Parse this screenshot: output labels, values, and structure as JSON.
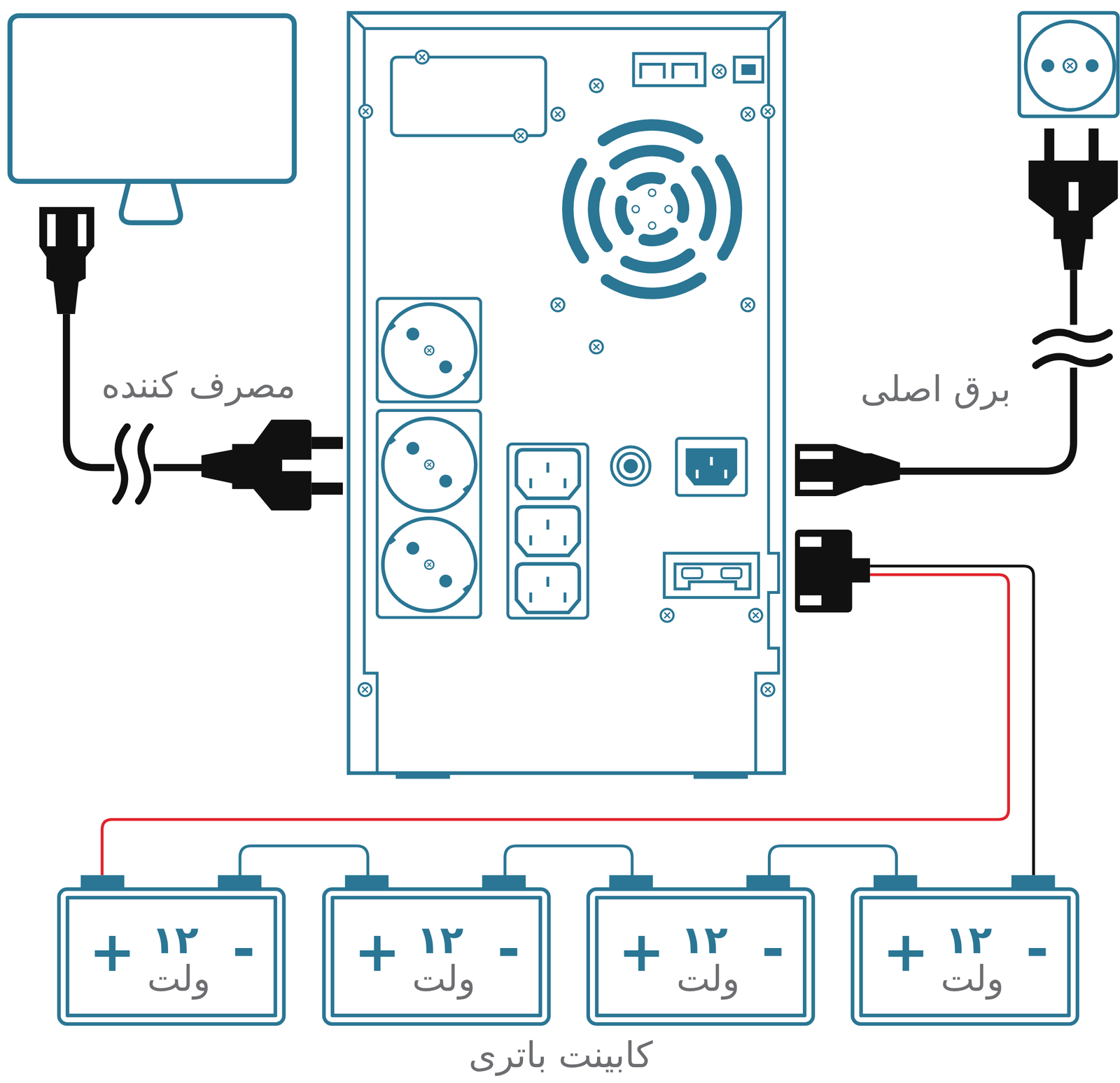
{
  "diagram": {
    "nodes": [
      {
        "text": [
          "۱۲",
          "ولت",
          "+",
          "-"
        ]
      },
      {
        "text": [
          "۱۲",
          "ولت",
          "+",
          "-"
        ]
      },
      {
        "text": [
          "۱۲",
          "ولت",
          "+",
          "-"
        ]
      },
      {
        "text": [
          "۱۲",
          "ولت",
          "+",
          "-"
        ]
      }
    ],
    "edges": [
      {
        "from": 0,
        "to": 1,
        "arrow": "none"
      },
      {
        "from": 1,
        "to": 2,
        "arrow": "none"
      },
      {
        "from": 2,
        "to": 3,
        "arrow": "none"
      }
    ],
    "labels": [
      "مصرف کننده",
      "برق اصلی",
      "کابینت باتری"
    ]
  }
}
